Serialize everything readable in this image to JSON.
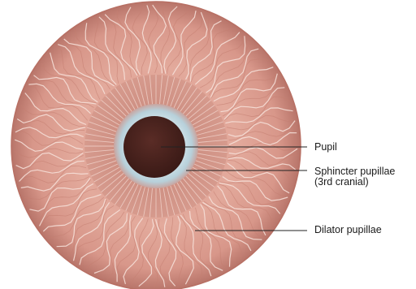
{
  "labels": {
    "pupil": "Pupil",
    "sphincter_line1": "Sphincter pupillae",
    "sphincter_line2": "(3rd cranial)",
    "dilator": "Dilator pupillae"
  },
  "colors": {
    "outer_iris": "#d99a8a",
    "outer_iris_edge": "#b86f63",
    "inner_iris": "#c98a80",
    "sphincter_ring": "#b9d3dd",
    "pupil": "#4a2420",
    "leader": "#222222"
  }
}
